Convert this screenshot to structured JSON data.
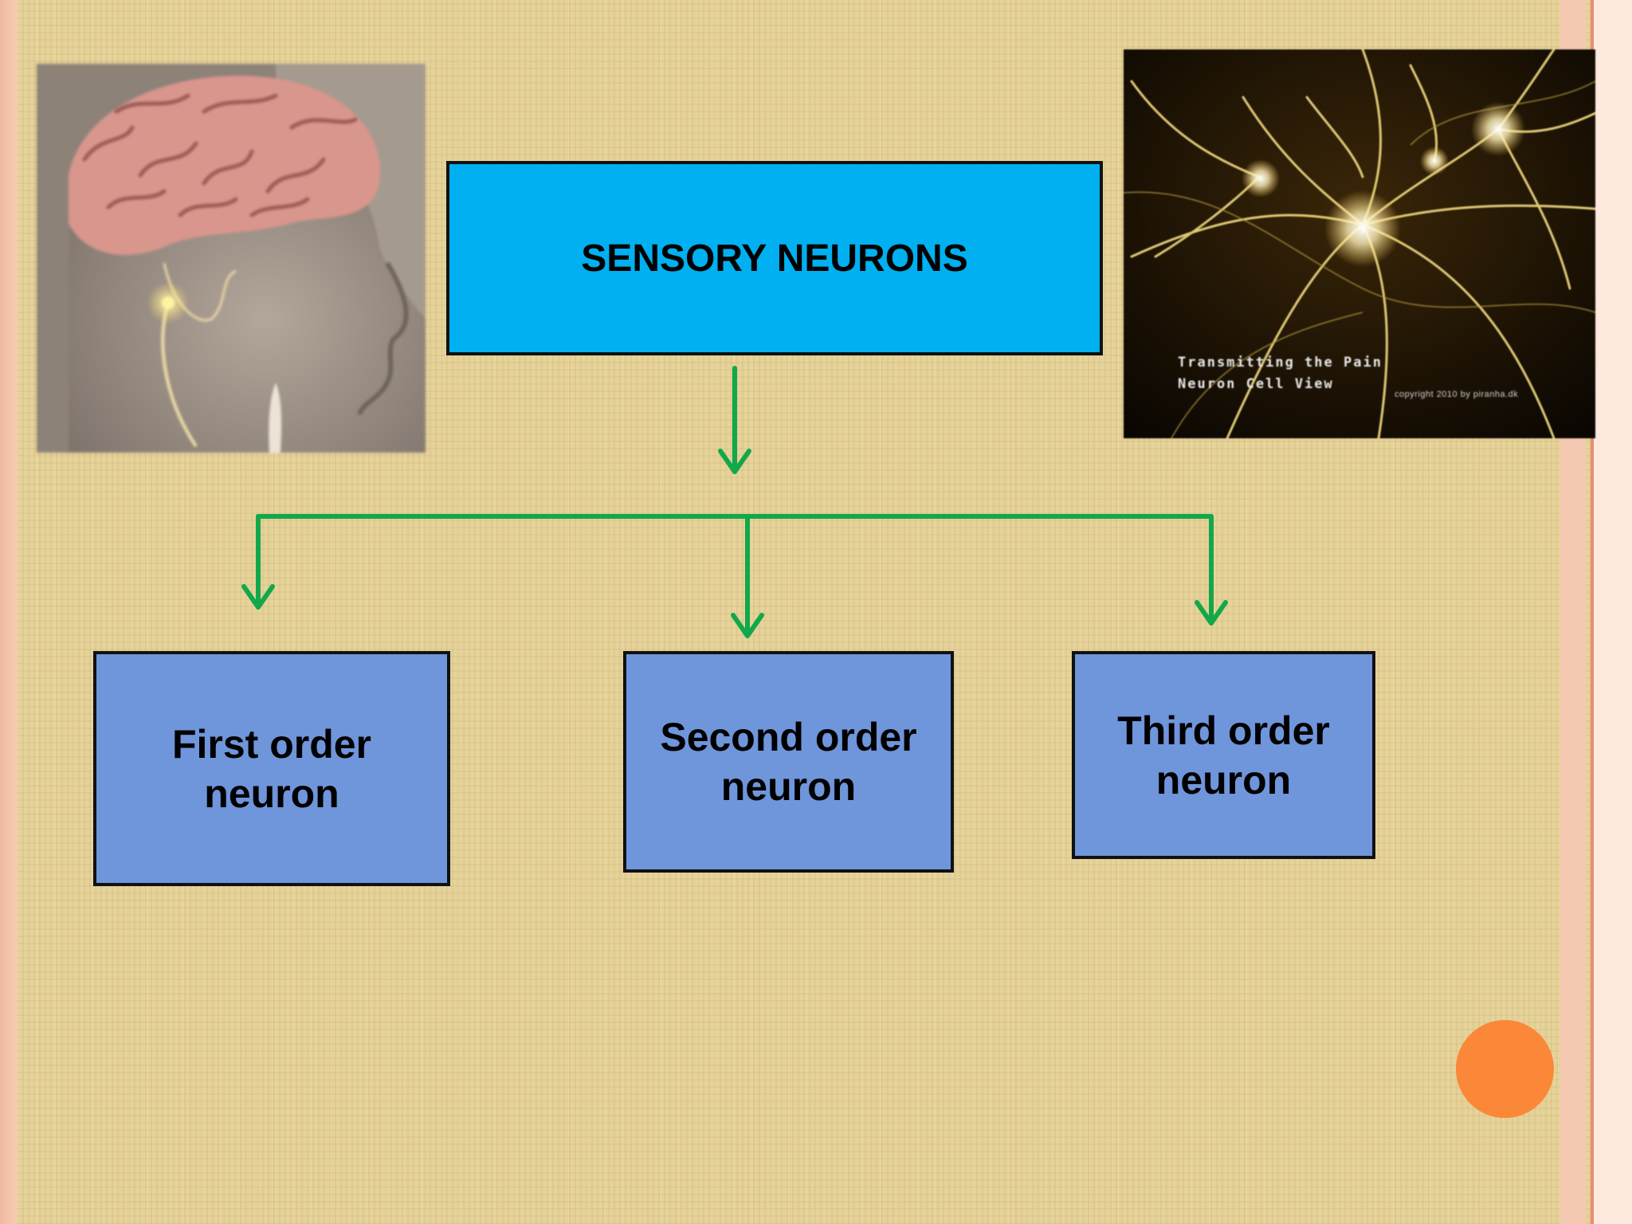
{
  "slide": {
    "colors": {
      "background": "#e6d39a",
      "root_box": "#00b0f0",
      "child_box": "#6f95db",
      "connector": "#12a84a",
      "border": "#111111",
      "dot": "#fa8838"
    },
    "images": {
      "left": {
        "icon": "human-head-brain-nerve-illustration"
      },
      "right": {
        "icon": "neuron-cell-network-illustration",
        "caption_line1": "Transmitting the Pain",
        "caption_line2": "Neuron Cell View",
        "copyright": "copyright 2010 by piranha.dk"
      }
    }
  },
  "diagram": {
    "root": {
      "label": "SENSORY NEURONS"
    },
    "children": [
      {
        "line1": "First order",
        "line2": "neuron"
      },
      {
        "line1": "Second order",
        "line2": "neuron"
      },
      {
        "line1": "Third order",
        "line2": "neuron"
      }
    ]
  }
}
